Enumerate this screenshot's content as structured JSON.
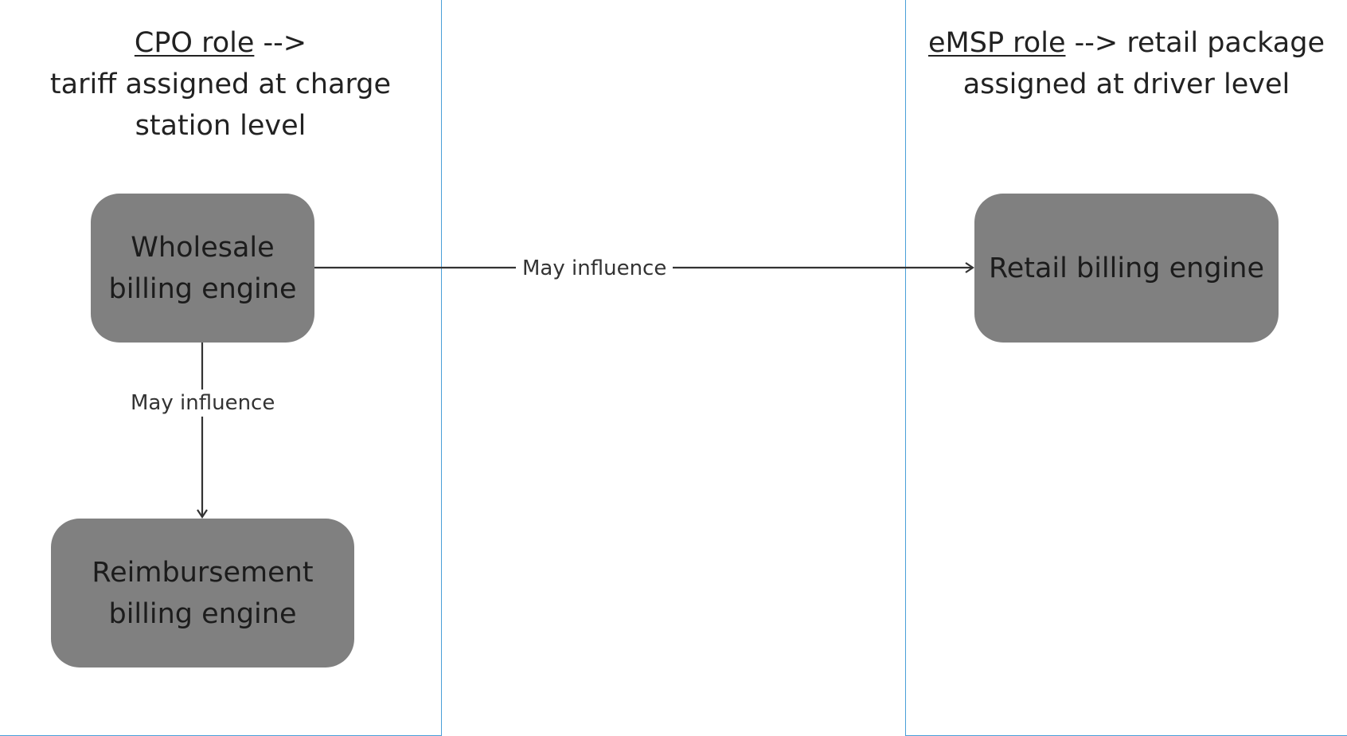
{
  "lanes": {
    "cpo": {
      "role": "CPO role",
      "arrow": " -->",
      "line2": "tariff assigned at charge",
      "line3": "station level"
    },
    "emsp": {
      "role": "eMSP role",
      "rest": " --> retail package",
      "line2": "assigned at driver level"
    }
  },
  "nodes": {
    "wholesale": {
      "line1": "Wholesale",
      "line2": "billing engine"
    },
    "reimbursement": {
      "line1": "Reimbursement",
      "line2": "billing engine"
    },
    "retail": {
      "label": "Retail billing engine"
    }
  },
  "edges": [
    {
      "from": "wholesale",
      "to": "retail",
      "label": "May influence"
    },
    {
      "from": "wholesale",
      "to": "reimbursement",
      "label": "May influence"
    }
  ],
  "colors": {
    "lane_border": "#4a9fd8",
    "node_fill": "#808080",
    "edge": "#333333"
  }
}
